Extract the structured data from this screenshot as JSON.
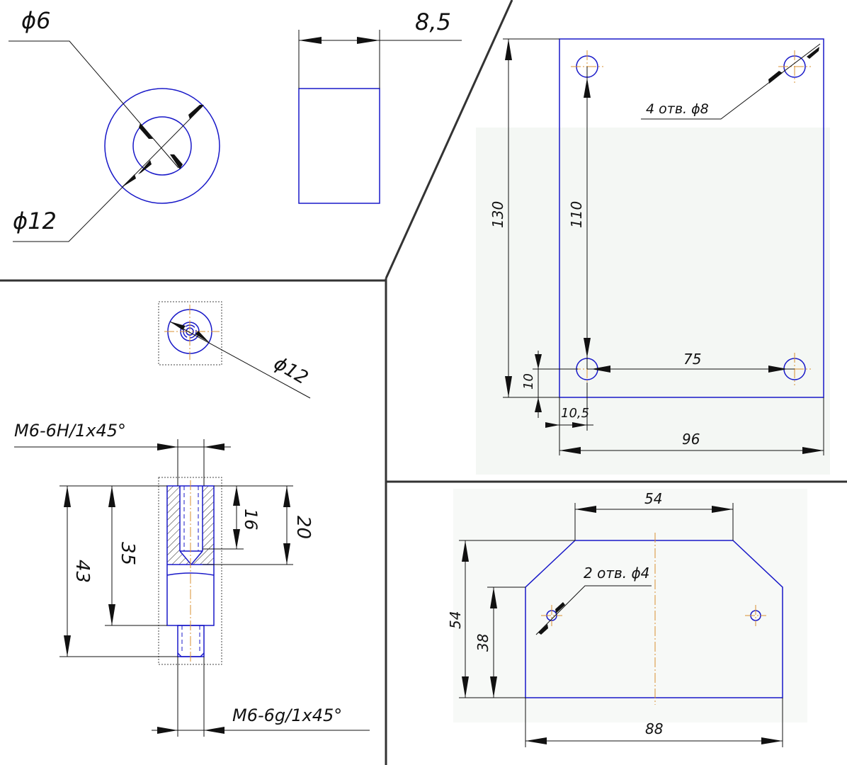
{
  "colors": {
    "outline": "#1818c8",
    "center_line": "#d89030",
    "dimension": "#111111",
    "separator": "#333333",
    "background_tint": "#f4f7f4"
  },
  "washer": {
    "inner_diameter": "ϕ6",
    "outer_diameter": "ϕ12",
    "thickness": "8,5"
  },
  "plate": {
    "holes_note": "4 отв. ϕ8",
    "height": "130",
    "hole_spacing_vertical": "110",
    "hole_spacing_horizontal": "75",
    "hole_offset_bottom": "10",
    "hole_offset_left": "10,5",
    "width": "96"
  },
  "standoff": {
    "outer_diameter": "ϕ12",
    "internal_thread": "M6-6H/1x45°",
    "external_thread": "M6-6g/1x45°",
    "total_length": "43",
    "body_length": "35",
    "thread_depth": "16",
    "hole_depth": "20"
  },
  "bracket": {
    "top_width": "54",
    "holes_note": "2 отв. ϕ4",
    "height": "54",
    "side_height": "38",
    "bottom_width": "88"
  }
}
